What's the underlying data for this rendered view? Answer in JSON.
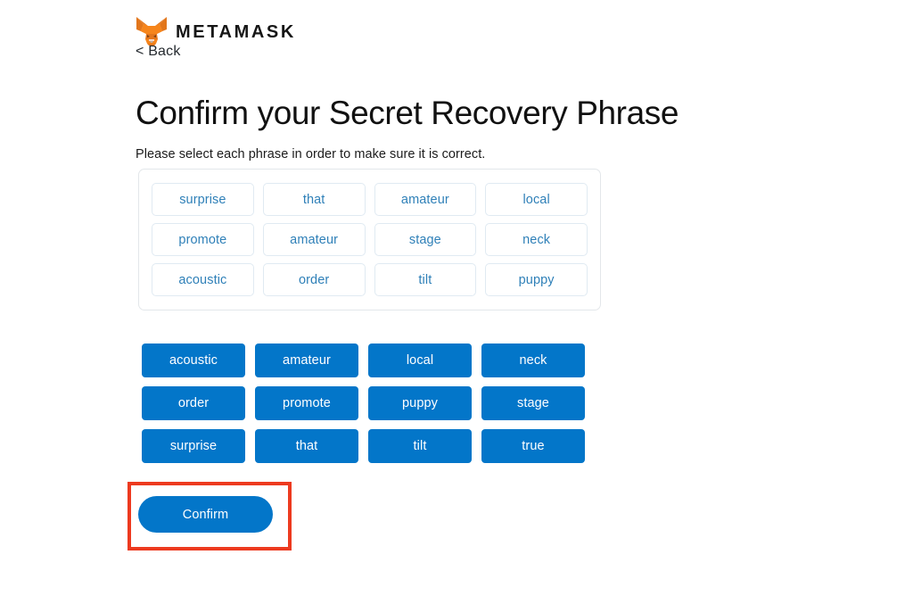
{
  "brand": {
    "logo_icon": "metamask-fox-icon",
    "wordmark": "METAMASK",
    "back_label": "< Back",
    "fox_colors": {
      "orange_dark": "#e2761b",
      "orange_mid": "#e4761b",
      "orange_light": "#f6851b",
      "cream": "#f5d7c4",
      "brown": "#763d16"
    }
  },
  "page": {
    "title": "Confirm your Secret Recovery Phrase",
    "subtitle": "Please select each phrase in order to make sure it is correct."
  },
  "selected_phrase": {
    "slots": [
      "surprise",
      "that",
      "amateur",
      "local",
      "promote",
      "amateur",
      "stage",
      "neck",
      "acoustic",
      "order",
      "tilt",
      "puppy"
    ]
  },
  "word_bank": {
    "words": [
      "acoustic",
      "amateur",
      "local",
      "neck",
      "order",
      "promote",
      "puppy",
      "stage",
      "surprise",
      "that",
      "tilt",
      "true"
    ]
  },
  "actions": {
    "confirm_label": "Confirm"
  },
  "colors": {
    "primary_blue": "#0376c9",
    "slot_text_blue": "#2f80b8",
    "slot_border": "#e0eaf2",
    "panel_border": "#e3e7ea",
    "annotation_red": "#ed3a1f",
    "text_dark": "#24292e"
  }
}
